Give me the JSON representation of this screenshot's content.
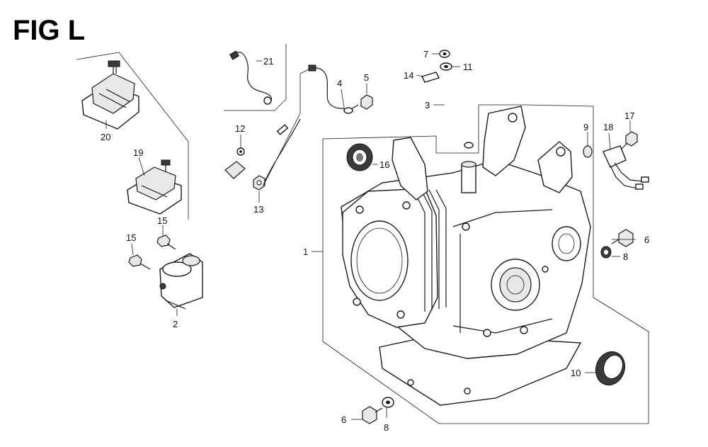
{
  "figure": {
    "title": "FIG L"
  },
  "callouts": [
    {
      "id": "c1",
      "label": "1"
    },
    {
      "id": "c2",
      "label": "2"
    },
    {
      "id": "c3",
      "label": "3"
    },
    {
      "id": "c4",
      "label": "4"
    },
    {
      "id": "c5",
      "label": "5"
    },
    {
      "id": "c6a",
      "label": "6"
    },
    {
      "id": "c6b",
      "label": "6"
    },
    {
      "id": "c7",
      "label": "7"
    },
    {
      "id": "c8a",
      "label": "8"
    },
    {
      "id": "c8b",
      "label": "8"
    },
    {
      "id": "c9",
      "label": "9"
    },
    {
      "id": "c10",
      "label": "10"
    },
    {
      "id": "c11",
      "label": "11"
    },
    {
      "id": "c12",
      "label": "12"
    },
    {
      "id": "c13",
      "label": "13"
    },
    {
      "id": "c14",
      "label": "14"
    },
    {
      "id": "c15a",
      "label": "15"
    },
    {
      "id": "c15b",
      "label": "15"
    },
    {
      "id": "c16",
      "label": "16"
    },
    {
      "id": "c17",
      "label": "17"
    },
    {
      "id": "c18",
      "label": "18"
    },
    {
      "id": "c19",
      "label": "19"
    },
    {
      "id": "c20",
      "label": "20"
    },
    {
      "id": "c21",
      "label": "21"
    }
  ]
}
